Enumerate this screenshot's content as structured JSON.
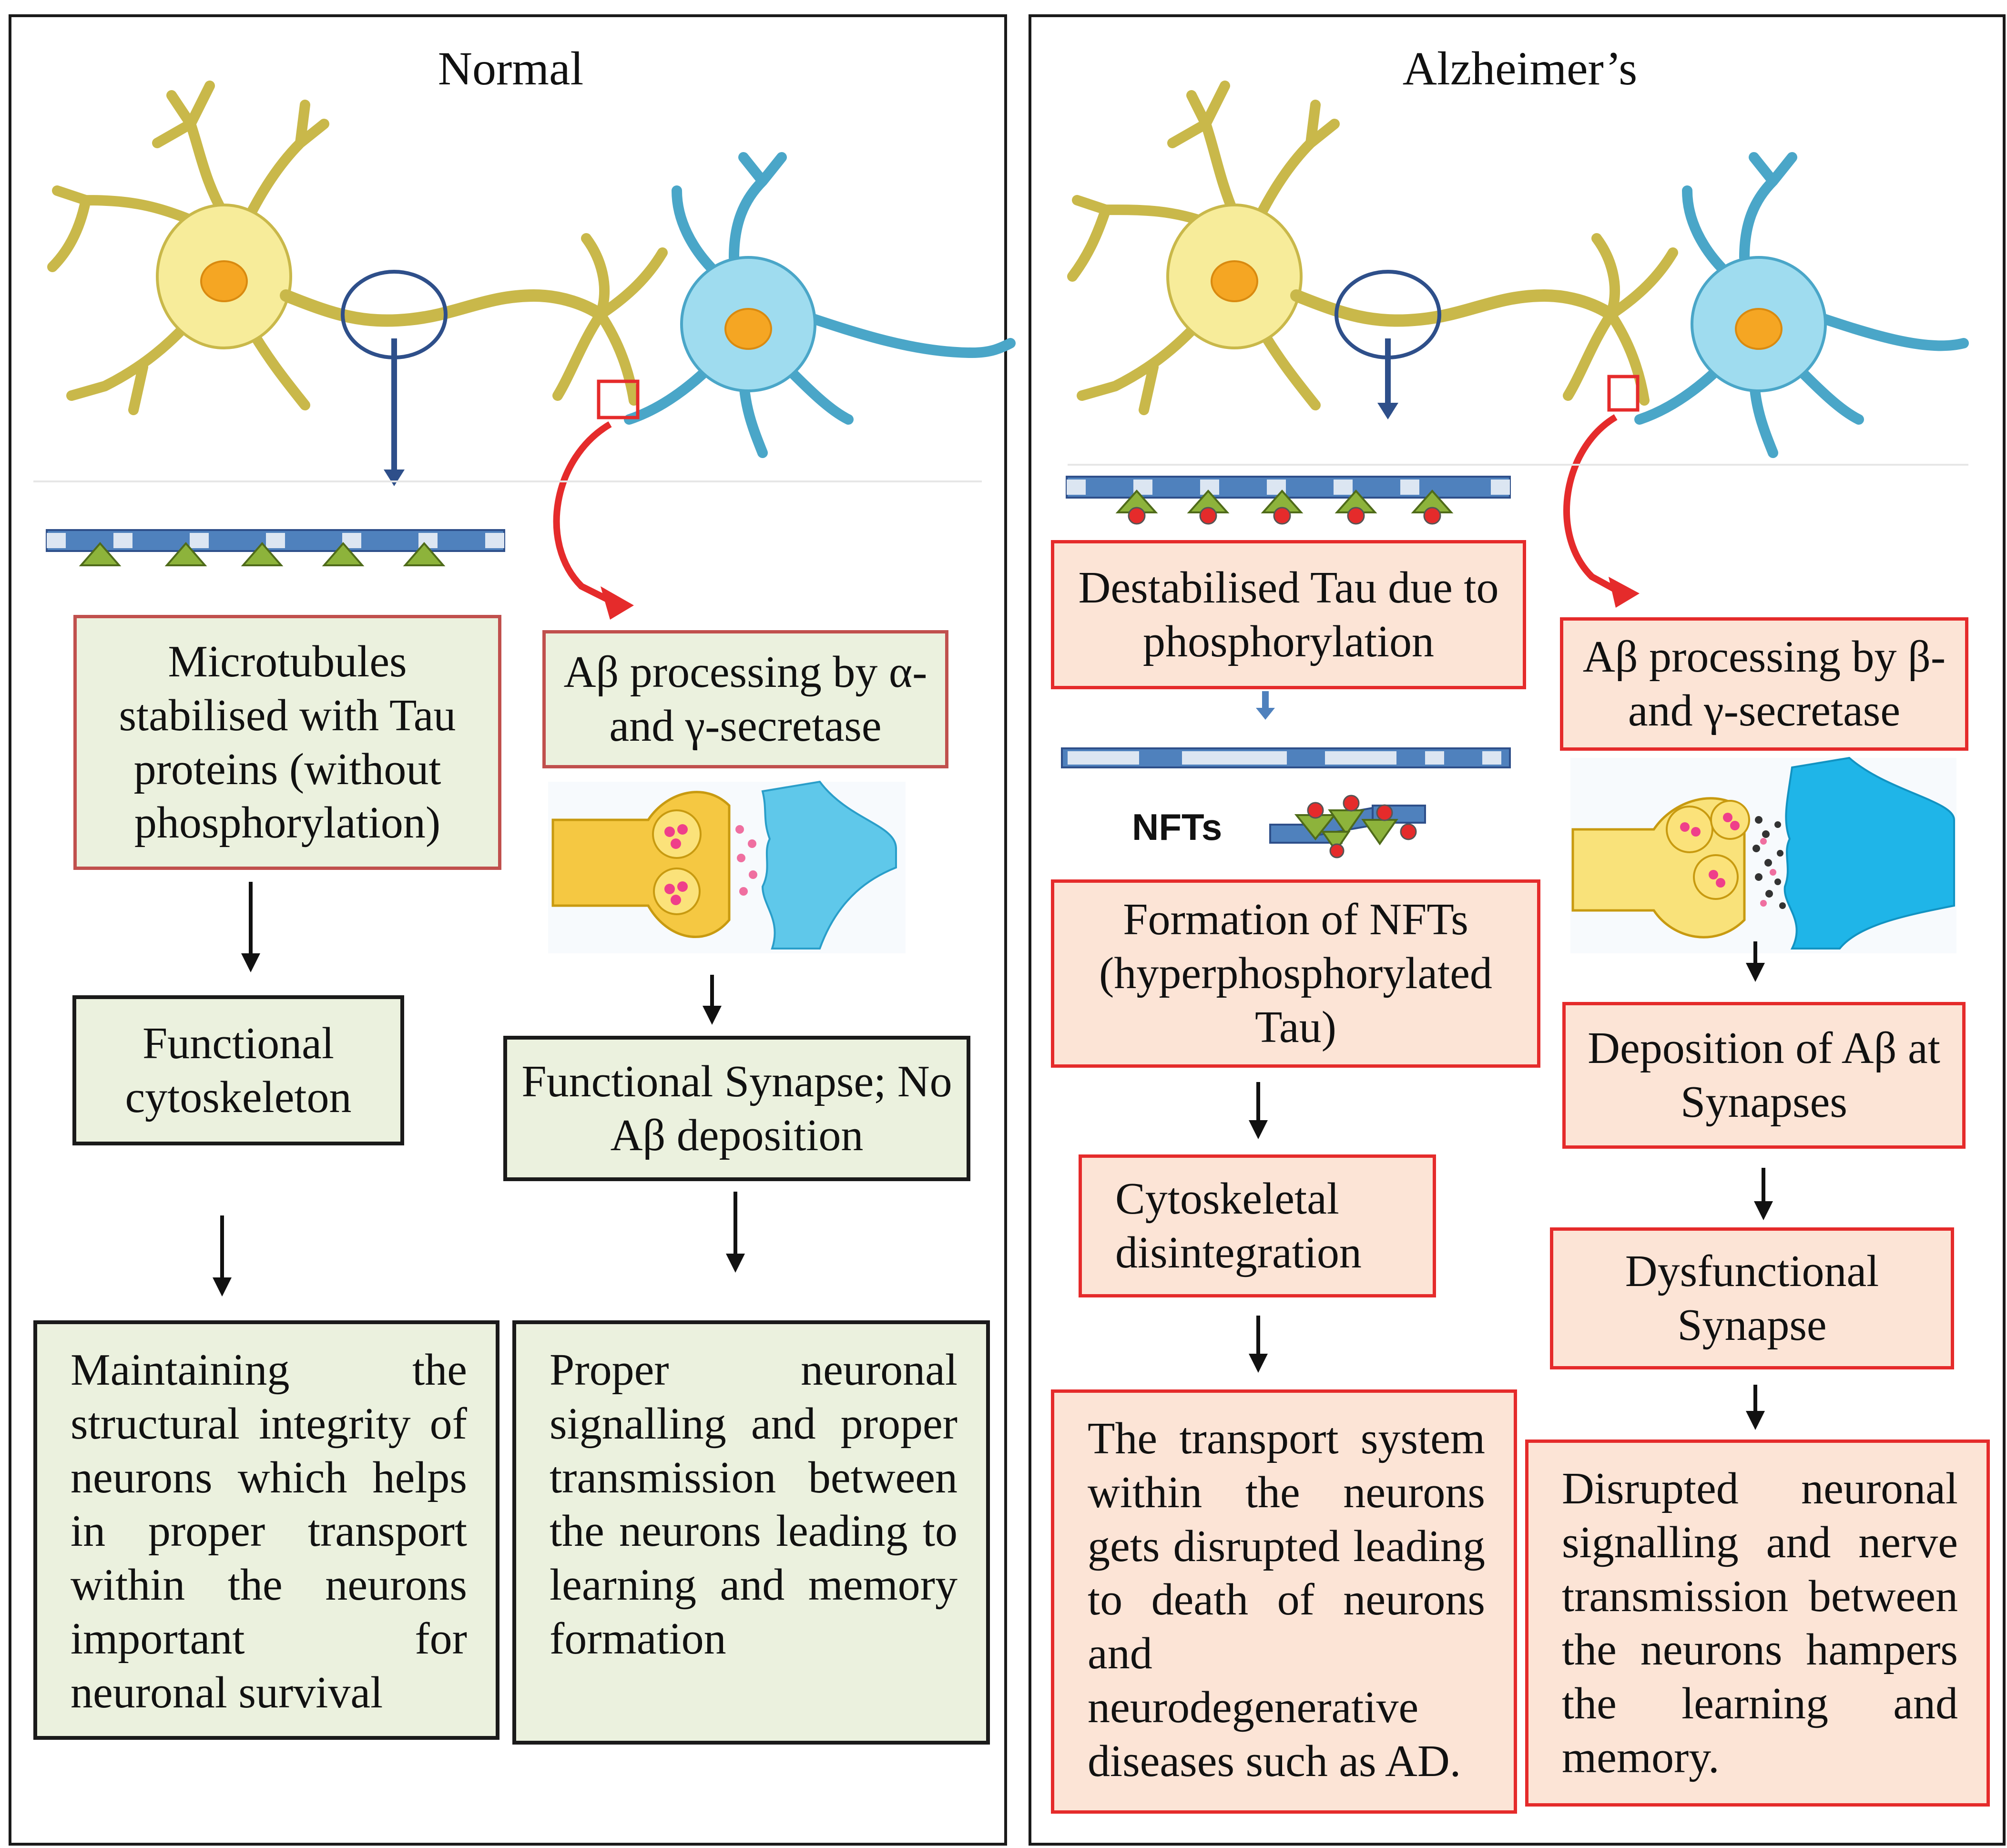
{
  "normal": {
    "title": "Normal",
    "tau_box": "Microtubules stabilised with Tau proteins (without phosphorylation)",
    "abeta_box": "Aβ processing by α-and γ-secretase",
    "cytoskeleton_box": "Functional cytoskeleton",
    "synapse_box": "Functional Synapse; No Aβ deposition",
    "integrity_box": "Maintaining the structural integrity of neurons which helps in proper transport within the neurons important for neuronal survival",
    "signalling_box": "Proper neuronal signalling and proper transmission between the neurons leading to learning and memory formation"
  },
  "alzheimers": {
    "title": "Alzheimer’s",
    "tau_box": "Destabilised Tau due to phosphorylation",
    "abeta_box": "Aβ processing by β-and γ-secretase",
    "nft_label": "NFTs",
    "nft_box": "Formation of NFTs (hyperphosphorylated Tau)",
    "deposition_box": "Deposition of Aβ at Synapses",
    "cytoskeletal_box": "Cytoskeletal disintegration",
    "dysfunctional_box": "Dysfunctional Synapse",
    "transport_box": "The transport system within the neurons gets disrupted leading to death of neurons and neurodegenerative diseases such as AD.",
    "disrupted_box": "Disrupted neuronal signalling and nerve transmission between the neurons hampers the learning and memory."
  },
  "colors": {
    "neuron_yellow": "#f7ec9a",
    "neuron_outline": "#c9b84a",
    "neuron_blue": "#9fdcef",
    "nucleus": "#f5a623",
    "microtubule": "#4f81bd",
    "tau_green": "#8db33b",
    "phosphate_red": "#e52b2b",
    "green_box": "#ebf1de",
    "peach_box": "#fbe5d6"
  },
  "icons": [
    "neuron-pair-illustration",
    "microtubule-icon",
    "synapse-icon",
    "down-arrow-icon",
    "curved-red-arrow-icon"
  ]
}
